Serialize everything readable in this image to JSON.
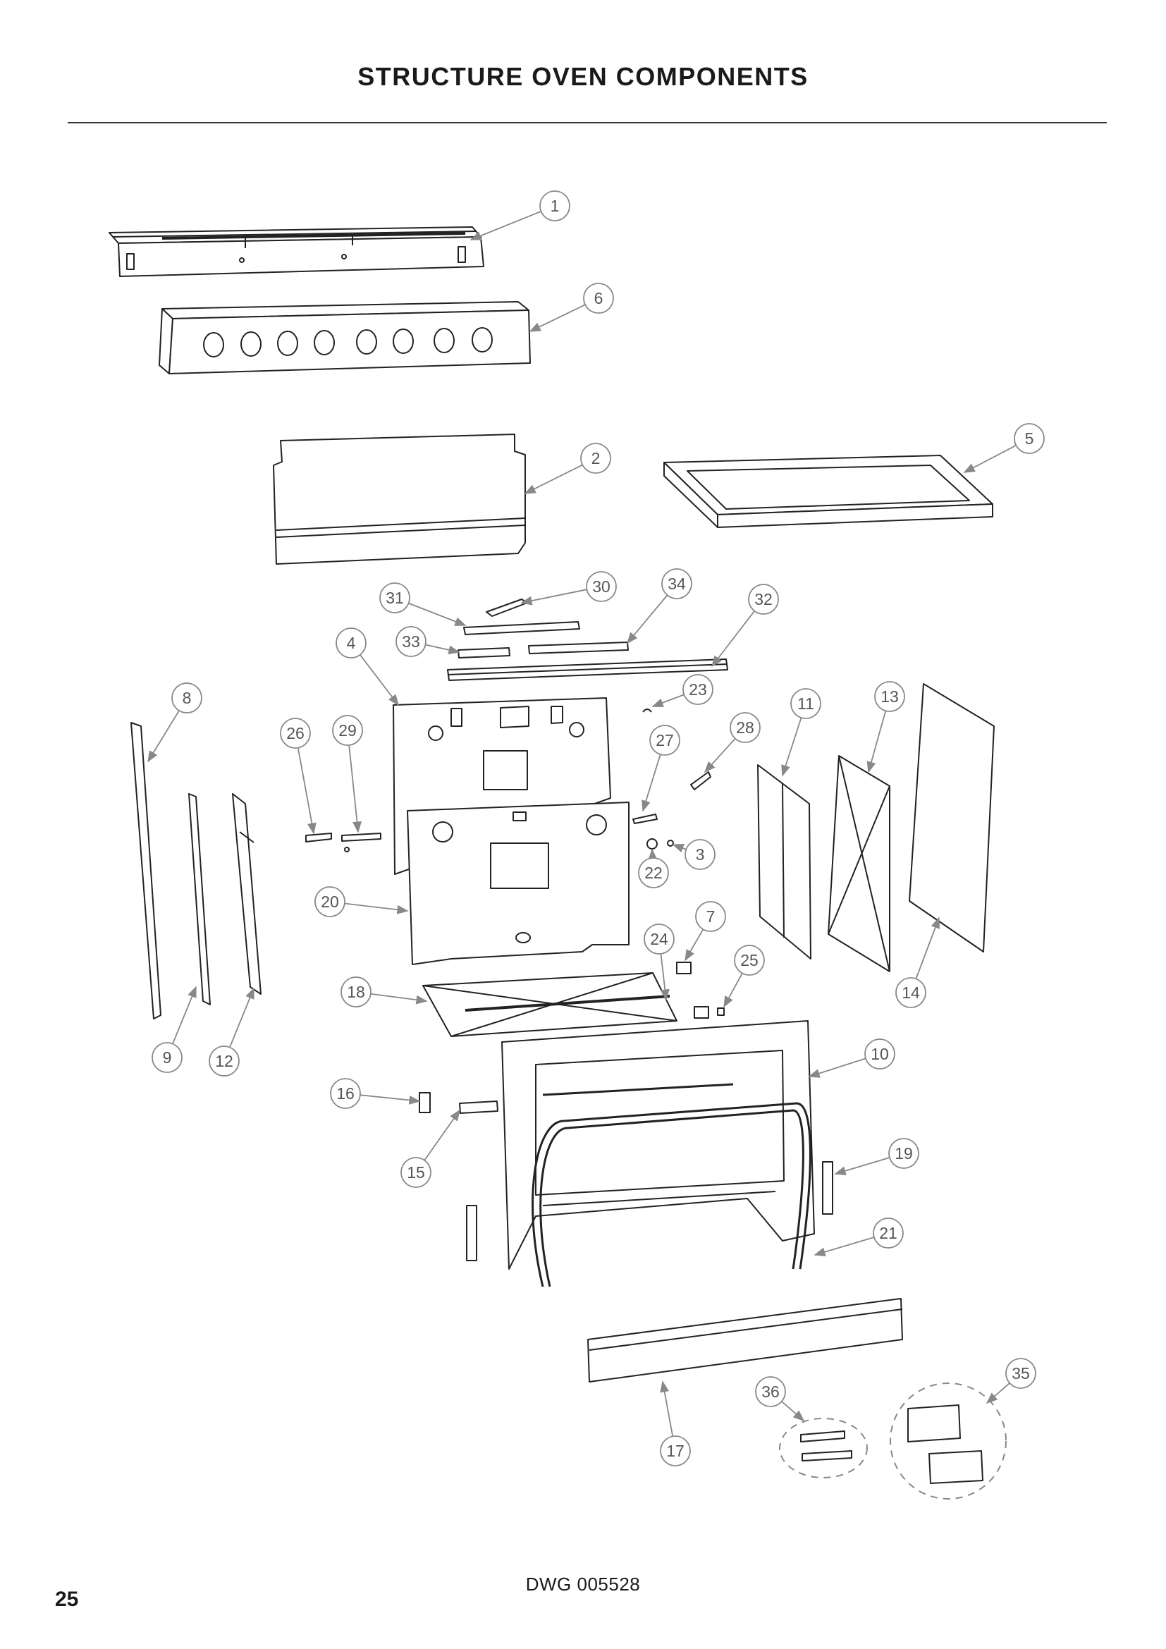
{
  "page": {
    "title": "STRUCTURE OVEN COMPONENTS",
    "drawing_number": "DWG 005528",
    "page_number": "25"
  },
  "callouts": [
    {
      "id": "c1",
      "label": "1"
    },
    {
      "id": "c2",
      "label": "2"
    },
    {
      "id": "c3",
      "label": "3"
    },
    {
      "id": "c4",
      "label": "4"
    },
    {
      "id": "c5",
      "label": "5"
    },
    {
      "id": "c6",
      "label": "6"
    },
    {
      "id": "c7",
      "label": "7"
    },
    {
      "id": "c8",
      "label": "8"
    },
    {
      "id": "c9",
      "label": "9"
    },
    {
      "id": "c10",
      "label": "10"
    },
    {
      "id": "c11",
      "label": "11"
    },
    {
      "id": "c12",
      "label": "12"
    },
    {
      "id": "c13",
      "label": "13"
    },
    {
      "id": "c14",
      "label": "14"
    },
    {
      "id": "c15",
      "label": "15"
    },
    {
      "id": "c16",
      "label": "16"
    },
    {
      "id": "c17",
      "label": "17"
    },
    {
      "id": "c18",
      "label": "18"
    },
    {
      "id": "c19",
      "label": "19"
    },
    {
      "id": "c20",
      "label": "20"
    },
    {
      "id": "c21",
      "label": "21"
    },
    {
      "id": "c22",
      "label": "22"
    },
    {
      "id": "c23",
      "label": "23"
    },
    {
      "id": "c24",
      "label": "24"
    },
    {
      "id": "c25",
      "label": "25"
    },
    {
      "id": "c26",
      "label": "26"
    },
    {
      "id": "c27",
      "label": "27"
    },
    {
      "id": "c28",
      "label": "28"
    },
    {
      "id": "c29",
      "label": "29"
    },
    {
      "id": "c30",
      "label": "30"
    },
    {
      "id": "c31",
      "label": "31"
    },
    {
      "id": "c32",
      "label": "32"
    },
    {
      "id": "c33",
      "label": "33"
    },
    {
      "id": "c34",
      "label": "34"
    },
    {
      "id": "c35",
      "label": "35"
    },
    {
      "id": "c36",
      "label": "36"
    }
  ]
}
